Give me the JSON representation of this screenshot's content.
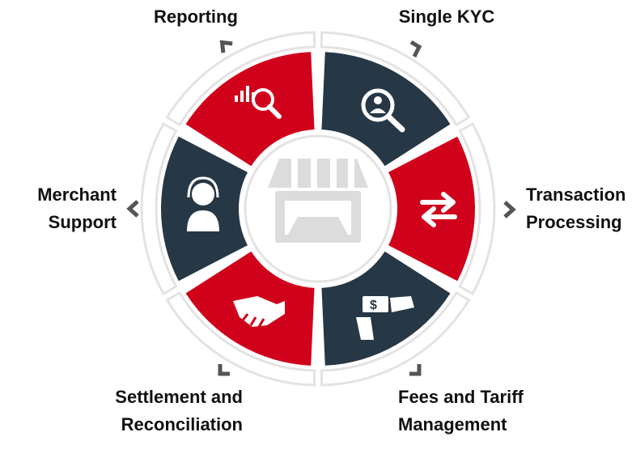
{
  "colors": {
    "red": "#d0021b",
    "navy": "#263746",
    "ring": "#e3e3e3",
    "rim": "#ffffff",
    "icon": "#ffffff",
    "center_icon": "#dcdcdc",
    "chevron": "#555555"
  },
  "labels": {
    "reporting": "Reporting",
    "single_kyc": "Single KYC",
    "transaction": [
      "Transaction",
      "Processing"
    ],
    "fees": [
      "Fees and Tariff",
      "Management"
    ],
    "settlement": [
      "Settlement and",
      "Reconciliation"
    ],
    "merchant": [
      "Merchant",
      "Support"
    ]
  },
  "segments": [
    {
      "key": "single_kyc",
      "color": "navy",
      "icon": "search-user-icon"
    },
    {
      "key": "transaction",
      "color": "red",
      "icon": "exchange-arrows-icon"
    },
    {
      "key": "fees",
      "color": "navy",
      "icon": "payment-hand-icon"
    },
    {
      "key": "settlement",
      "color": "red",
      "icon": "handshake-icon"
    },
    {
      "key": "merchant",
      "color": "navy",
      "icon": "support-agent-icon"
    },
    {
      "key": "reporting",
      "color": "red",
      "icon": "analytics-search-icon"
    }
  ],
  "center_icon": "storefront-icon"
}
